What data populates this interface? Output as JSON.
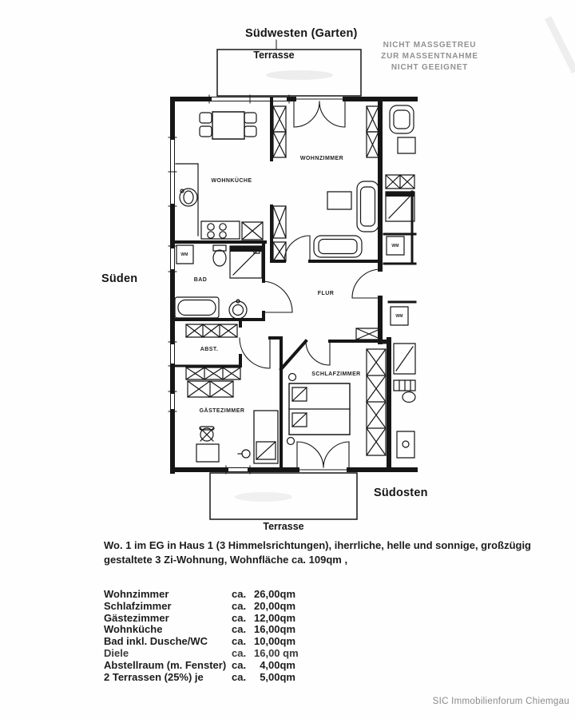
{
  "orientation": {
    "top": "Südwesten (Garten)",
    "left": "Süden",
    "bottom_right": "Südosten"
  },
  "terraces": {
    "top_label": "Terrasse",
    "bottom_label": "Terrasse"
  },
  "stamp": {
    "line1": "NICHT MASSGETREU",
    "line2": "ZUR MASSENTNAHME",
    "line3": "NICHT GEEIGNET"
  },
  "plan": {
    "rooms": {
      "wohnkueche": "WOHNKÜCHE",
      "wohnzimmer": "WOHNZIMMER",
      "bad": "BAD",
      "flur": "FLUR",
      "abstellraum": "ABST.",
      "gaestezimmer": "GÄSTEZIMMER",
      "schlafzimmer": "SCHLAFZIMMER"
    },
    "appliance_labels": {
      "wm": "WM"
    }
  },
  "description": {
    "line1": "Wo. 1 im  EG in Haus 1 (3 Himmelsrichtungen), iherrliche, helle und sonnige, großzügig",
    "line2": "gestaltete 3 Zi-Wohnung, Wohnfläche ca. 109qm ,"
  },
  "area_table": {
    "rows": [
      {
        "name": "Wohnzimmer",
        "approx": "ca.",
        "value": "26,00qm"
      },
      {
        "name": "Schlafzimmer",
        "approx": "ca.",
        "value": "20,00qm"
      },
      {
        "name": "Gästezimmer",
        "approx": "ca.",
        "value": "12,00qm"
      },
      {
        "name": "Wohnküche",
        "approx": "ca.",
        "value": "16,00qm"
      },
      {
        "name": "Bad inkl. Dusche/WC",
        "approx": "ca.",
        "value": "10,00qm"
      },
      {
        "name": "Diele",
        "approx": "ca.",
        "value": "16,00 qm"
      },
      {
        "name": "Abstellraum (m. Fenster)",
        "approx": "ca.",
        "value": "4,00qm"
      },
      {
        "name": "2 Terrassen (25%) je",
        "approx": "ca.",
        "value": "5,00qm"
      }
    ]
  },
  "footer": {
    "credit": "SIC Immobilienforum Chiemgau"
  },
  "colors": {
    "ink": "#161616",
    "stamp_gray": "#919191",
    "footer_gray": "#8a8a8a",
    "paper": "#fefefe"
  }
}
